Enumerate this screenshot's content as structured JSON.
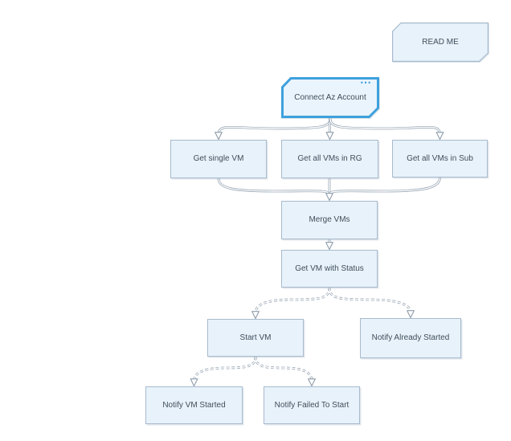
{
  "app": {
    "type": "flowchart-diagram",
    "background": "#ffffff"
  },
  "colors": {
    "node_fill": "#e8f2fb",
    "node_border": "#a7bacc",
    "selected_border": "#3ea1dd",
    "connector": "#8e9dac",
    "text": "#3f4e5a",
    "menu_icon_blue": "#2f9be0"
  },
  "nodes": {
    "read_me": {
      "label": "READ ME",
      "shape": "card"
    },
    "connect_az": {
      "label": "Connect Az Account",
      "shape": "card",
      "selected": true,
      "menu_icon": "⋯"
    },
    "get_single_vm": {
      "label": "Get single VM",
      "shape": "rect"
    },
    "get_all_vms_rg": {
      "label": "Get all VMs in RG",
      "shape": "rect"
    },
    "get_all_vms_sub": {
      "label": "Get all VMs in Sub",
      "shape": "rect"
    },
    "merge_vms": {
      "label": "Merge VMs",
      "shape": "rect"
    },
    "get_vm_with_status": {
      "label": "Get VM with Status",
      "shape": "rect"
    },
    "start_vm": {
      "label": "Start VM",
      "shape": "rect"
    },
    "notify_already_started": {
      "label": "Notify Already Started",
      "shape": "rect"
    },
    "notify_vm_started": {
      "label": "Notify VM Started",
      "shape": "rect"
    },
    "notify_failed_to_start": {
      "label": "Notify Failed To Start",
      "shape": "rect"
    }
  },
  "edges": [
    {
      "from": "connect_az",
      "to": "get_single_vm",
      "style": "solid-double"
    },
    {
      "from": "connect_az",
      "to": "get_all_vms_rg",
      "style": "solid-double"
    },
    {
      "from": "connect_az",
      "to": "get_all_vms_sub",
      "style": "solid-double"
    },
    {
      "from": "get_single_vm",
      "to": "merge_vms",
      "style": "solid-double"
    },
    {
      "from": "get_all_vms_rg",
      "to": "merge_vms",
      "style": "solid-double"
    },
    {
      "from": "get_all_vms_sub",
      "to": "merge_vms",
      "style": "solid-double"
    },
    {
      "from": "merge_vms",
      "to": "get_vm_with_status",
      "style": "solid-double"
    },
    {
      "from": "get_vm_with_status",
      "to": "start_vm",
      "style": "dashed-double"
    },
    {
      "from": "get_vm_with_status",
      "to": "notify_already_started",
      "style": "dashed-double"
    },
    {
      "from": "start_vm",
      "to": "notify_vm_started",
      "style": "dashed-double"
    },
    {
      "from": "start_vm",
      "to": "notify_failed_to_start",
      "style": "dashed-double"
    }
  ]
}
